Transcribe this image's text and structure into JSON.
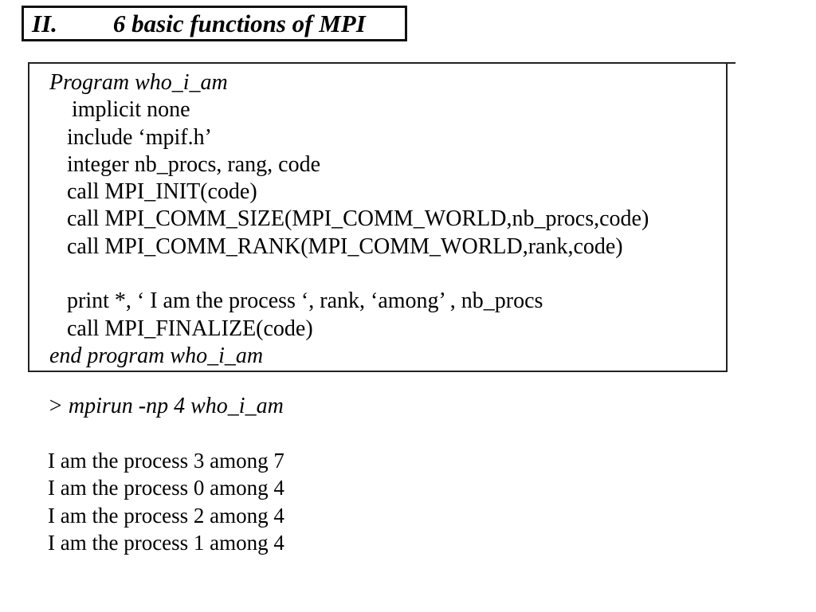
{
  "slide": {
    "title": {
      "numeral": "II.",
      "text": "6 basic functions of MPI"
    },
    "code_box": {
      "lines": [
        {
          "text": "Program who_i_am",
          "style": "program"
        },
        {
          "text": "implicit none",
          "style": "code-deep"
        },
        {
          "text": "include ‘mpif.h’",
          "style": "code"
        },
        {
          "text": "integer nb_procs, rang, code",
          "style": "code"
        },
        {
          "text": "call MPI_INIT(code)",
          "style": "code"
        },
        {
          "text": "call MPI_COMM_SIZE(MPI_COMM_WORLD,nb_procs,code)",
          "style": "code"
        },
        {
          "text": "call MPI_COMM_RANK(MPI_COMM_WORLD,rank,code)",
          "style": "code"
        },
        {
          "text": "",
          "style": "blank"
        },
        {
          "text": "print *, ‘ I am the process ‘, rank, ‘among’ , nb_procs",
          "style": "code"
        },
        {
          "text": "call MPI_FINALIZE(code)",
          "style": "code"
        },
        {
          "text": "end program who_i_am",
          "style": "program"
        }
      ]
    },
    "command_line": "> mpirun -np 4 who_i_am",
    "output_lines": [
      "I am the process 3 among 7",
      "I am the process 0 among 4",
      "I am the process 2 among 4",
      "I am the process 1 among 4"
    ],
    "colors": {
      "text": "#000000",
      "background": "#ffffff",
      "border": "#111111"
    }
  }
}
